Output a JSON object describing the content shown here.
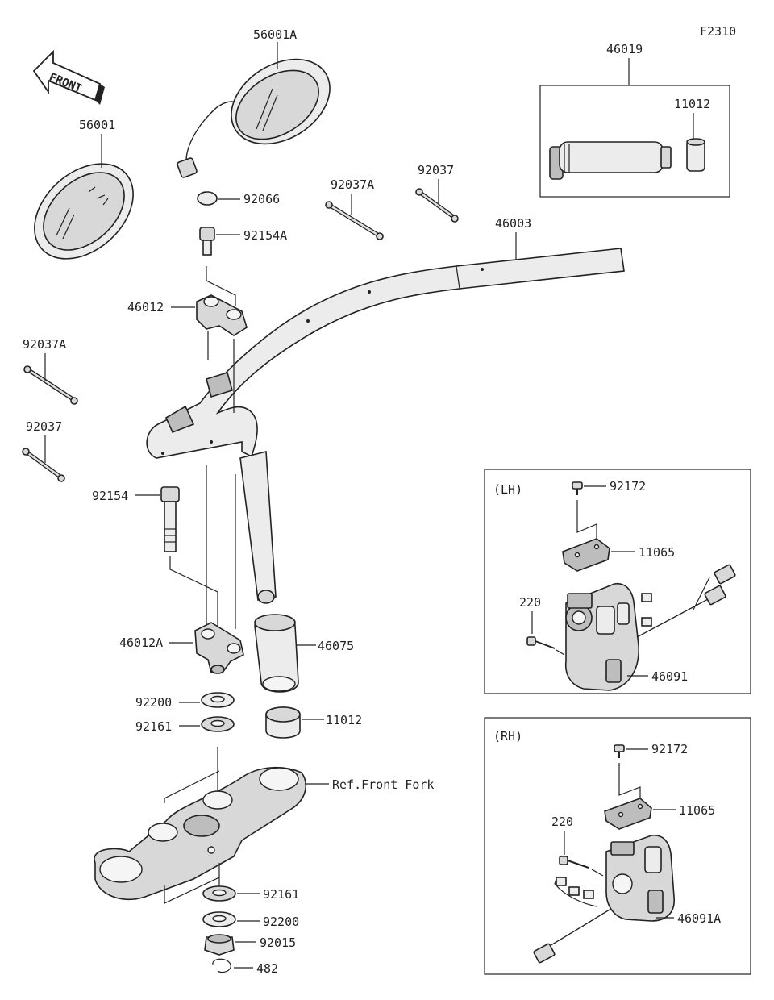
{
  "figure_code": "F2310",
  "front_arrow": {
    "label": "FRONT"
  },
  "groups": {
    "lh": {
      "label": "(LH)"
    },
    "rh": {
      "label": "(RH)"
    }
  },
  "callouts": {
    "c56001A": "56001A",
    "c56001": "56001",
    "c46019": "46019",
    "c11012_top": "11012",
    "c92066": "92066",
    "c92154A": "92154A",
    "c92037A_top": "92037A",
    "c92037_top": "92037",
    "c46003": "46003",
    "c46012": "46012",
    "c92037A_left": "92037A",
    "c92037_left": "92037",
    "c92154": "92154",
    "c46012A": "46012A",
    "c46075": "46075",
    "c92200_a": "92200",
    "c92161_a": "92161",
    "c11012_mid": "11012",
    "c_ref_fork": "Ref.Front Fork",
    "c92161_b": "92161",
    "c92200_b": "92200",
    "c92015": "92015",
    "c482": "482",
    "lh_92172": "92172",
    "lh_11065": "11065",
    "lh_220": "220",
    "lh_46091": "46091",
    "rh_92172": "92172",
    "rh_11065": "11065",
    "rh_220": "220",
    "rh_46091A": "46091A"
  }
}
